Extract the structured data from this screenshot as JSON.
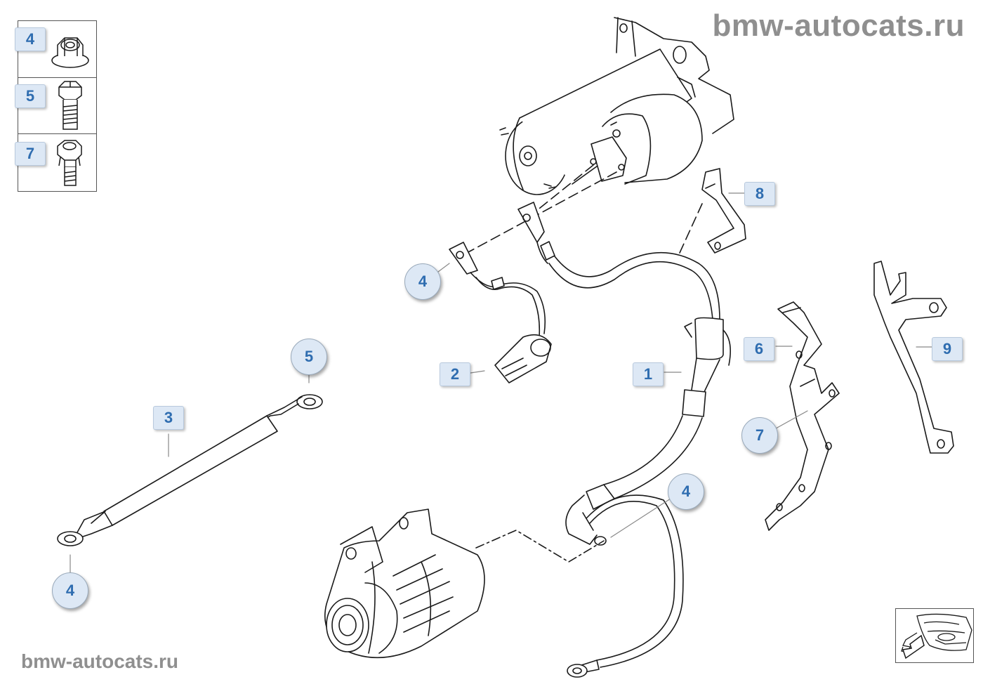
{
  "watermarks": {
    "top": "bmw-autocats.ru",
    "bottom": "bmw-autocats.ru"
  },
  "legend": [
    {
      "num": "4",
      "icon": "hex-flange-nut-icon"
    },
    {
      "num": "5",
      "icon": "hex-bolt-icon"
    },
    {
      "num": "7",
      "icon": "hex-nut-stud-icon"
    }
  ],
  "callouts": {
    "c1": "1",
    "c2": "2",
    "c3": "3",
    "c4a": "4",
    "c4b": "4",
    "c4c": "4",
    "c5": "5",
    "c6": "6",
    "c7": "7",
    "c8": "8",
    "c9": "9"
  },
  "colors": {
    "callout_text": "#2f6db0",
    "callout_fill": "#dde8f5",
    "line": "#1a1a1a",
    "watermark": "#8f8f8f"
  }
}
